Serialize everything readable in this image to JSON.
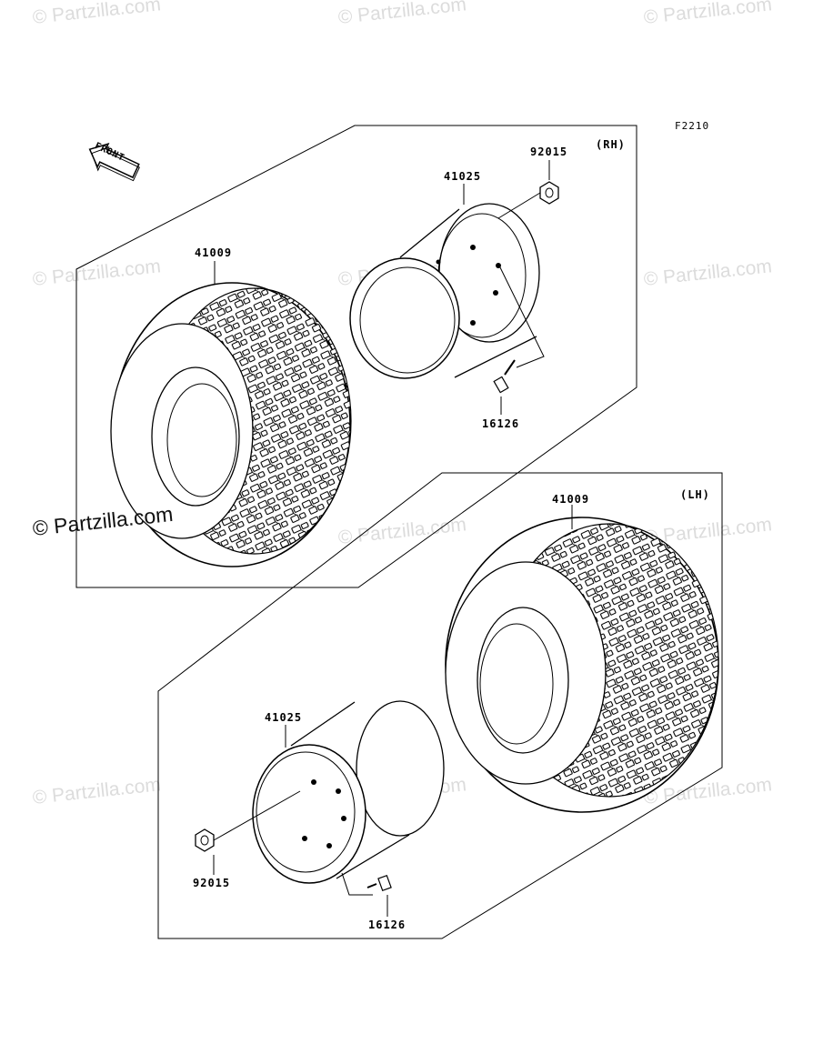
{
  "watermark": "© Partzilla.com",
  "figure_code": "F2210",
  "front_label": "FRONT",
  "panels": {
    "rh": {
      "side_label": "(RH)"
    },
    "lh": {
      "side_label": "(LH)"
    }
  },
  "parts": {
    "rh_nut": "92015",
    "rh_wheel": "41025",
    "rh_tire": "41009",
    "rh_valve": "16126",
    "lh_tire": "41009",
    "lh_wheel": "41025",
    "lh_nut": "92015",
    "lh_valve": "16126"
  }
}
